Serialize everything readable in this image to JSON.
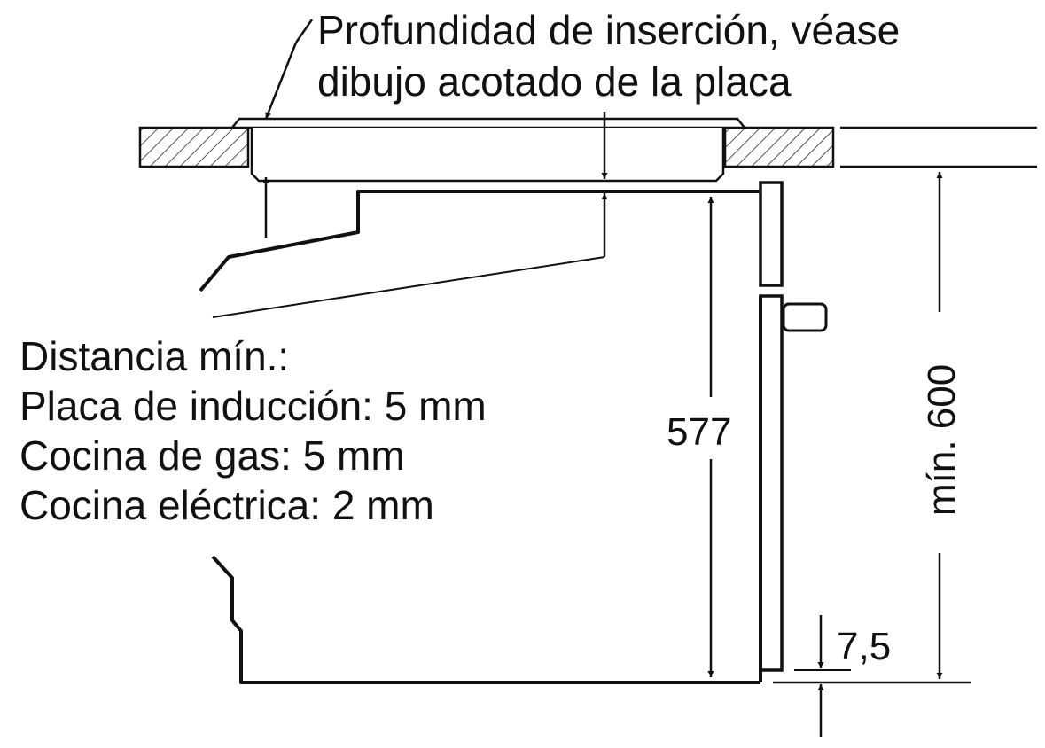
{
  "header": {
    "line1": "Profundidad de inserción, véase",
    "line2": "dibujo acotado de la placa"
  },
  "distances": {
    "title": "Distancia mín.:",
    "induction": "Placa de inducción: 5 mm",
    "gas": "Cocina de gas: 5 mm",
    "electric": "Cocina eléctrica: 2 mm"
  },
  "dimensions": {
    "oven_height": "577",
    "min_niche": "mín. 600",
    "offset": "7,5"
  }
}
